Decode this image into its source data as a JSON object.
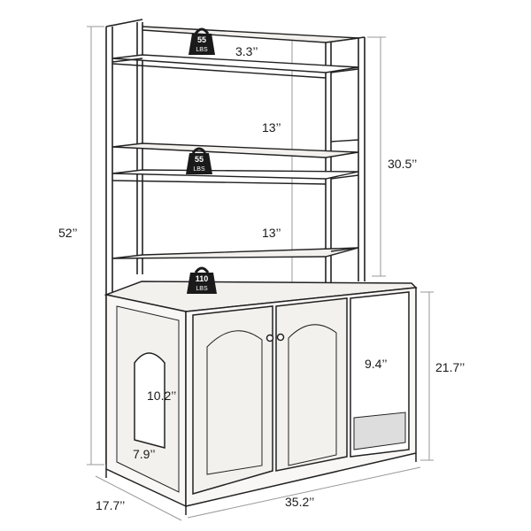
{
  "dimensions": {
    "shelf_gap_top": "3.3’’",
    "shelf_gap_mid": "13’’",
    "shelf_gap_low": "13’’",
    "hutch_height": "30.5’’",
    "total_height": "52’’",
    "cabinet_height": "21.7’’",
    "side_opening_width": "9.4’’",
    "cat_door_height": "10.2’’",
    "cat_door_width": "7.9’’",
    "depth": "17.7’’",
    "width": "35.2’’"
  },
  "load_badges": [
    {
      "value": "55",
      "unit": "LBS"
    },
    {
      "value": "55",
      "unit": "LBS"
    },
    {
      "value": "110",
      "unit": "LBS"
    }
  ],
  "colors": {
    "line": "#222222",
    "light_line": "#888888",
    "badge": "#1a1a1a",
    "wood_fill": "#f3f1ee"
  }
}
